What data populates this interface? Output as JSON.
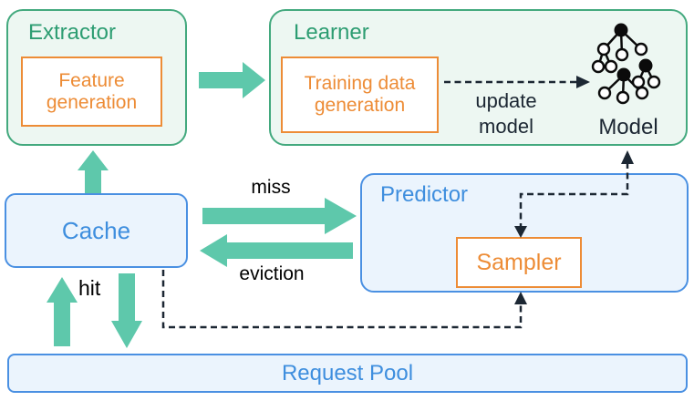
{
  "colors": {
    "green_border": "#43a97e",
    "green_fill": "#edf7f2",
    "green_text": "#2d9d72",
    "teal_arrow": "#5ec8ab",
    "blue_border": "#4a90e2",
    "blue_fill": "#ebf4fd",
    "blue_text": "#3e8ede",
    "orange": "#ed8c36",
    "dark_text": "#1c2733",
    "black": "#0b0b0b"
  },
  "diagram": {
    "extractor": {
      "title": "Extractor",
      "feature_generation": "Feature generation"
    },
    "learner": {
      "title": "Learner",
      "training_data_generation": "Training data generation",
      "update_model_label": "update model",
      "model_label": "Model"
    },
    "cache": {
      "title": "Cache"
    },
    "predictor": {
      "title": "Predictor",
      "sampler": "Sampler"
    },
    "request_pool": {
      "title": "Request Pool"
    },
    "edge_labels": {
      "miss": "miss",
      "eviction": "eviction",
      "hit": "hit"
    }
  },
  "icons": {
    "model_tree": "decision-tree-icon"
  }
}
